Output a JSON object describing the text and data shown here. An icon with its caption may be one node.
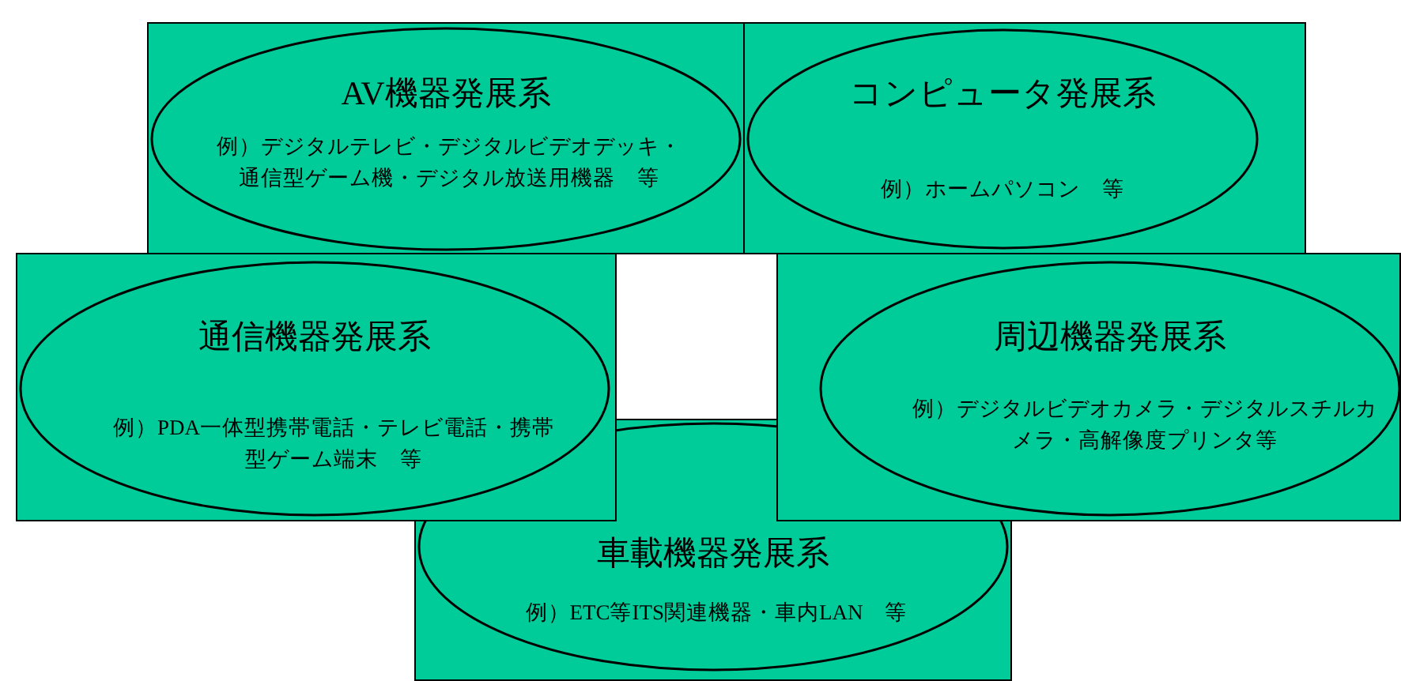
{
  "diagram": {
    "nodes": [
      {
        "text": [
          "AV機器発展系",
          "例）デジタルテレビ・デジタルビデオデッキ・通信型ゲーム機・デジタル放送用機器　等"
        ]
      },
      {
        "text": [
          "コンピュータ発展系",
          "例）ホームパソコン　等"
        ]
      },
      {
        "text": [
          "通信機器発展系",
          "例）PDA一体型携帯電話・テレビ電話・携帯型ゲーム端末　等"
        ]
      },
      {
        "text": [
          "周辺機器発展系",
          "例）デジタルビデオカメラ・デジタルスチルカメラ・高解像度プリンタ等"
        ]
      },
      {
        "text": [
          "車載機器発展系",
          "例）ETC等ITS関連機器・車内LAN　等"
        ]
      }
    ]
  }
}
